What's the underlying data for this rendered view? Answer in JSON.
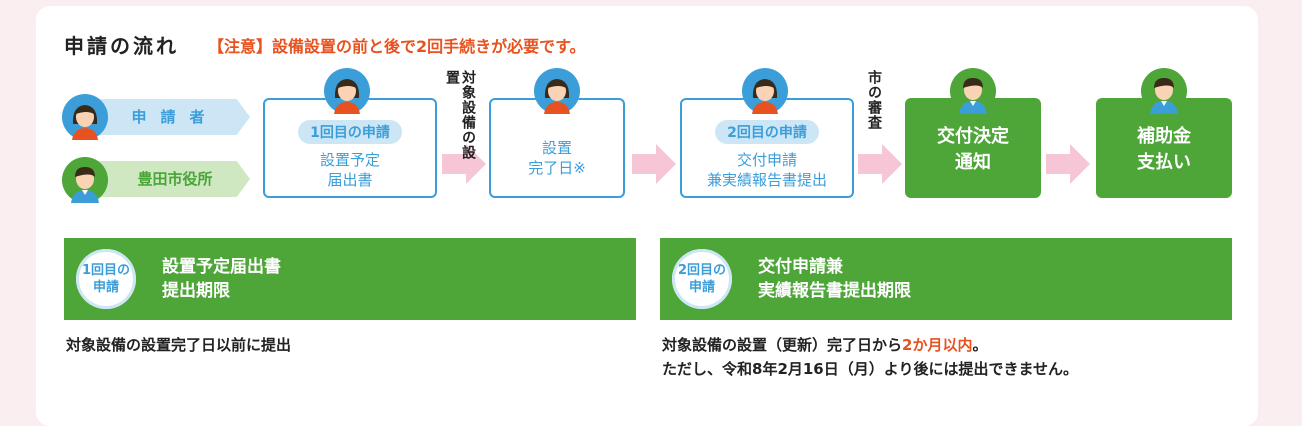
{
  "title": "申請の流れ",
  "subtitle": "【注意】設備設置の前と後で2回手続きが必要です。",
  "roles": {
    "applicant": "申請者",
    "city": "豊田市役所"
  },
  "steps": {
    "step1": {
      "badge": "1回目の申請",
      "line1": "設置予定",
      "line2": "届出書"
    },
    "label_install": "対象設備の設置",
    "step2": {
      "line1": "設置",
      "line2": "完了日※"
    },
    "step3": {
      "badge": "2回目の申請",
      "line1": "交付申請",
      "line2": "兼実績報告書提出"
    },
    "label_review": "市の審査",
    "step4": {
      "line1": "交付決定",
      "line2": "通知"
    },
    "step5": {
      "line1": "補助金",
      "line2": "支払い"
    }
  },
  "deadlines": [
    {
      "badge_line1": "1回目の",
      "badge_line2": "申請",
      "title_line1": "設置予定届出書",
      "title_line2": "提出期限",
      "note_line1": "対象設備の設置完了日以前に提出"
    },
    {
      "badge_line1": "2回目の",
      "badge_line2": "申請",
      "title_line1": "交付申請兼",
      "title_line2": "実績報告書提出期限",
      "note_line1_pre": "対象設備の設置（更新）完了日から",
      "note_line1_em": "2か月以内",
      "note_line1_post": "。",
      "note_line2": "ただし、令和8年2月16日（月）より後には提出できません。"
    }
  ],
  "colors": {
    "blue": "#3b9ed9",
    "green": "#4ea538",
    "orange": "#e8521f",
    "arrow_pink": "#f6c6d6"
  }
}
